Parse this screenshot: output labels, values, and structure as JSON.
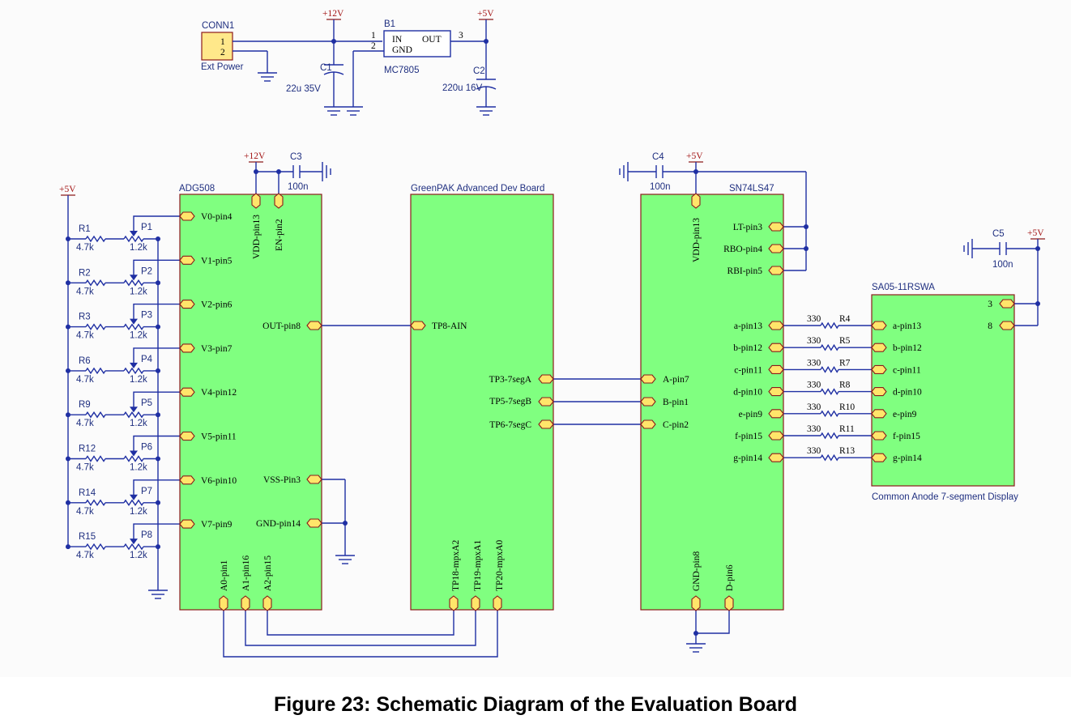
{
  "caption": "Figure 23: Schematic Diagram of the Evaluation Board",
  "colors": {
    "wire": "#1f2fa3",
    "component_fill": "#80ff80",
    "device_outline": "#8b1a1a",
    "power_label": "#a31515"
  },
  "power_supply": {
    "connector": {
      "ref": "CONN1",
      "pin1": "1",
      "pin2": "2",
      "label": "Ext Power"
    },
    "net_12v": "+12V",
    "net_5v": "+5V",
    "regulator": {
      "ref": "B1",
      "part": "MC7805",
      "in": "IN",
      "out": "OUT",
      "gnd": "GND",
      "pin_in": "1",
      "pin_gnd": "2",
      "pin_out": "3"
    },
    "c1": {
      "ref": "C1",
      "value": "22u 35V"
    },
    "c2": {
      "ref": "C2",
      "value": "220u 16V"
    }
  },
  "adg508": {
    "ref": "ADG508",
    "net_12v": "+12V",
    "cap": {
      "ref": "C3",
      "value": "100n"
    },
    "top_pins": [
      "VDD-pin13",
      "EN-pin2"
    ],
    "inputs": [
      "V0-pin4",
      "V1-pin5",
      "V2-pin6",
      "V3-pin7",
      "V4-pin12",
      "V5-pin11",
      "V6-pin10",
      "V7-pin9"
    ],
    "out": "OUT-pin8",
    "vss": "VSS-Pin3",
    "gnd": "GND-pin14",
    "addr": [
      "A0-pin1",
      "A1-pin16",
      "A2-pin15"
    ]
  },
  "divider": {
    "net": "+5V",
    "rows": [
      {
        "r": "R1",
        "p": "P1",
        "rv": "4.7k",
        "pv": "1.2k"
      },
      {
        "r": "R2",
        "p": "P2",
        "rv": "4.7k",
        "pv": "1.2k"
      },
      {
        "r": "R3",
        "p": "P3",
        "rv": "4.7k",
        "pv": "1.2k"
      },
      {
        "r": "R6",
        "p": "P4",
        "rv": "4.7k",
        "pv": "1.2k"
      },
      {
        "r": "R9",
        "p": "P5",
        "rv": "4.7k",
        "pv": "1.2k"
      },
      {
        "r": "R12",
        "p": "P6",
        "rv": "4.7k",
        "pv": "1.2k"
      },
      {
        "r": "R14",
        "p": "P7",
        "rv": "4.7k",
        "pv": "1.2k"
      },
      {
        "r": "R15",
        "p": "P8",
        "rv": "4.7k",
        "pv": "1.2k"
      }
    ]
  },
  "greenpak": {
    "title": "GreenPAK Advanced Dev Board",
    "ain": "TP8-AIN",
    "seg_pins": [
      "TP3-7segA",
      "TP5-7segB",
      "TP6-7segC"
    ],
    "mpx": [
      "TP18-mpxA2",
      "TP19-mpxA1",
      "TP20-mpxA0"
    ]
  },
  "sn74": {
    "ref": "SN74LS47",
    "net_5v": "+5V",
    "cap": {
      "ref": "C4",
      "value": "100n"
    },
    "vdd": "VDD-pin13",
    "ctrl": [
      "LT-pin3",
      "RBO-pin4",
      "RBI-pin5"
    ],
    "inputs": [
      "A-pin7",
      "B-pin1",
      "C-pin2"
    ],
    "outputs": [
      "a-pin13",
      "b-pin12",
      "c-pin11",
      "d-pin10",
      "e-pin9",
      "f-pin15",
      "g-pin14"
    ],
    "gnd": "GND-pin8",
    "d": "D-pin6"
  },
  "resistors": {
    "value": "330",
    "refs": [
      "R4",
      "R5",
      "R7",
      "R8",
      "R10",
      "R11",
      "R13"
    ]
  },
  "display": {
    "ref": "SA05-11RSWA",
    "net_5v": "+5V",
    "cap": {
      "ref": "C5",
      "value": "100n"
    },
    "pin3": "3",
    "pin8": "8",
    "inputs": [
      "a-pin13",
      "b-pin12",
      "c-pin11",
      "d-pin10",
      "e-pin9",
      "f-pin15",
      "g-pin14"
    ],
    "label": "Common Anode 7-segment Display"
  }
}
